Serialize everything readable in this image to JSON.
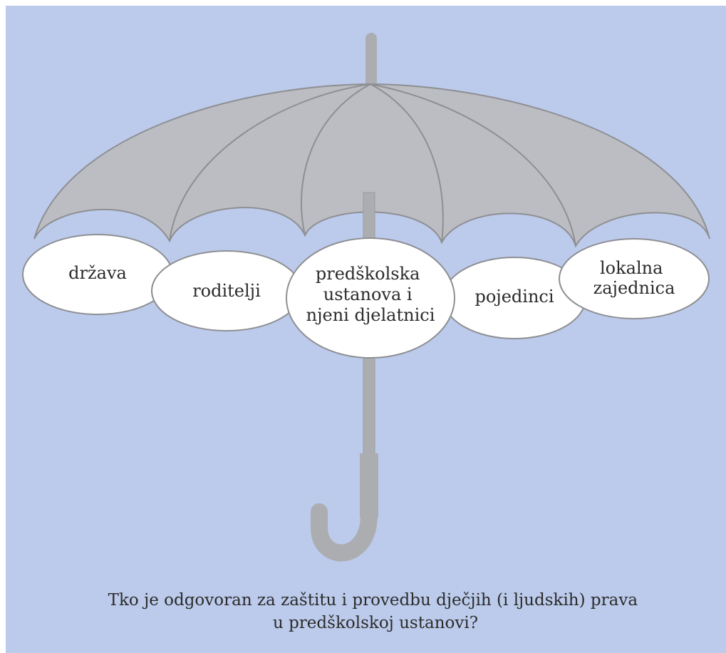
{
  "diagram": {
    "colors": {
      "background": "#bccbeb",
      "canopy_fill": "#bcbdc2",
      "canopy_stroke": "#8e8f93",
      "shaft": "#acadb1",
      "ellipse_fill": "#ffffff",
      "ellipse_stroke": "#8e8f93",
      "text": "#2b2b2b"
    },
    "ellipses": [
      {
        "id": "drzava",
        "lines": [
          "država"
        ]
      },
      {
        "id": "roditelji",
        "lines": [
          "roditelji"
        ]
      },
      {
        "id": "predskolska",
        "lines": [
          "predškolska",
          "ustanova i",
          "njeni djelatnici"
        ]
      },
      {
        "id": "pojedinci",
        "lines": [
          "pojedinci"
        ]
      },
      {
        "id": "lokalna",
        "lines": [
          "lokalna",
          "zajednica"
        ]
      }
    ],
    "caption": {
      "line1": "Tko je odgovoran za zaštitu i provedbu dječjih (i ljudskih) prava",
      "line2": "u predškolskoj ustanovi?"
    }
  }
}
